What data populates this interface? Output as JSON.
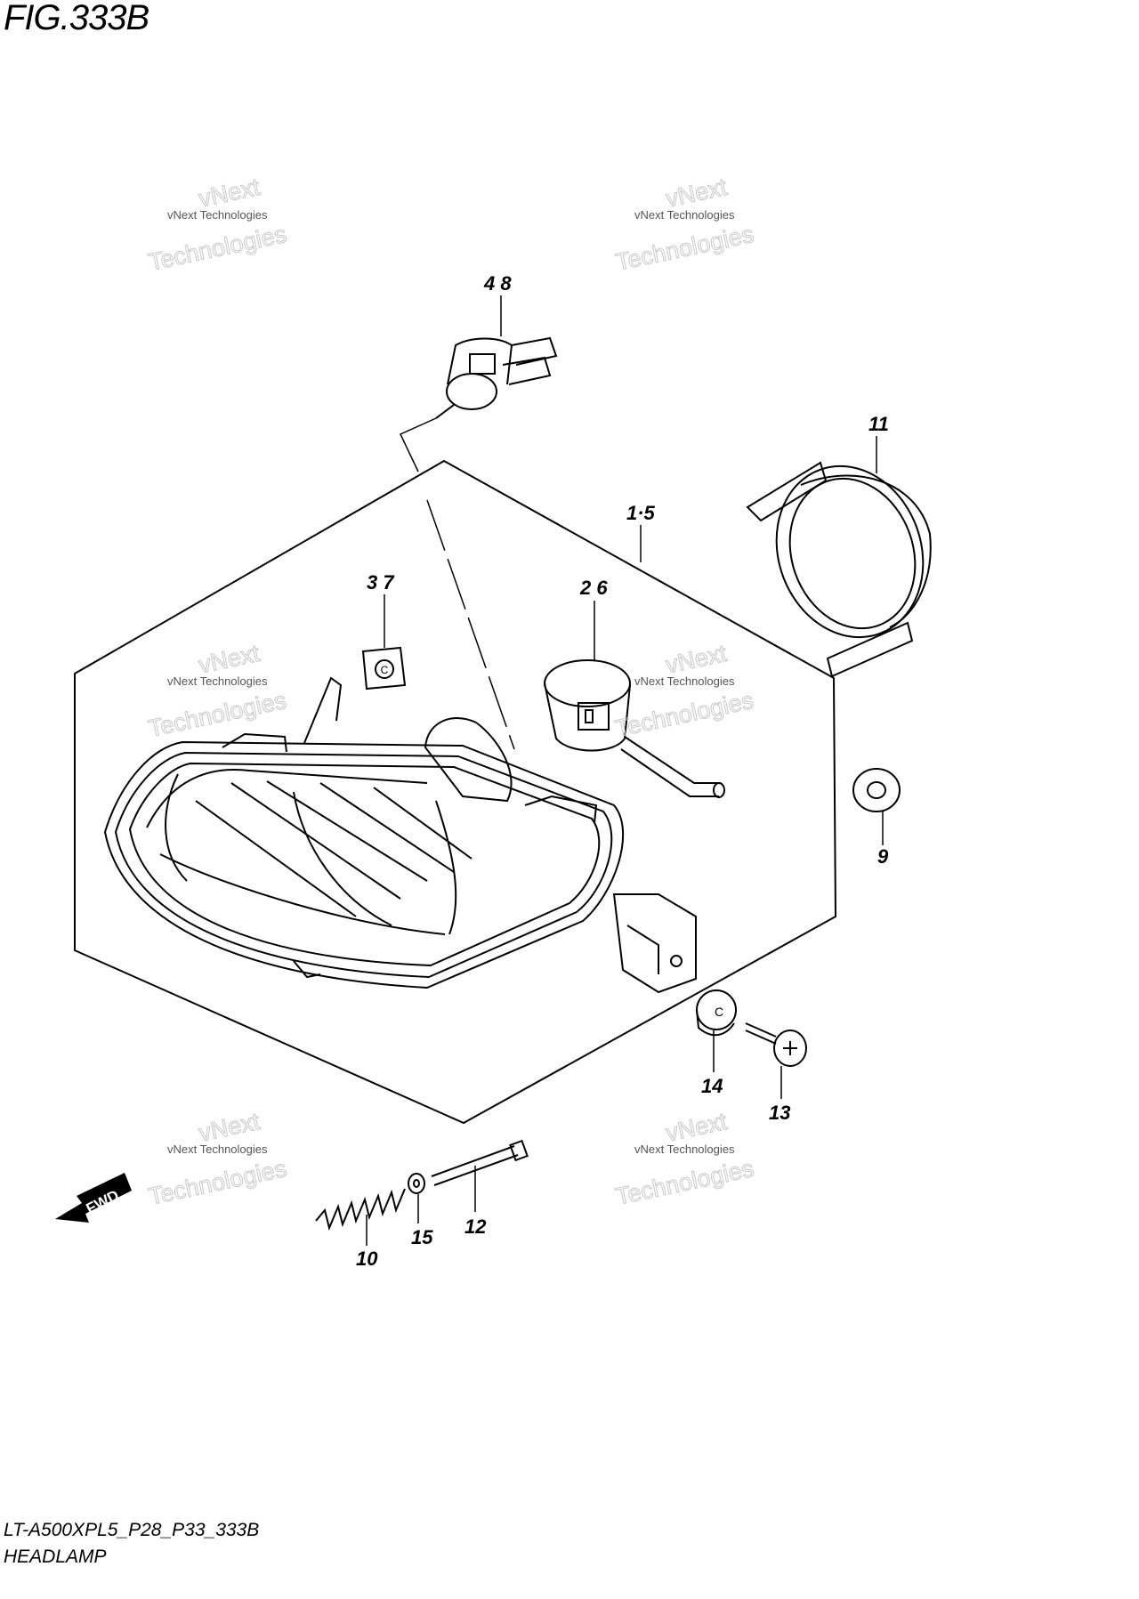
{
  "figure": {
    "title": "FIG.333B"
  },
  "footer": {
    "model_code": "LT-A500XPL5_P28_P33_333B",
    "section_name": "HEADLAMP"
  },
  "watermark": {
    "line_small": "vNext Technologies",
    "line_top": "vNext",
    "line_big": "Technologies"
  },
  "direction_arrow": {
    "label": "FWD"
  },
  "callouts": [
    {
      "label": "4 8",
      "part": "bulb"
    },
    {
      "label": "11",
      "part": "bulb-cover-ring"
    },
    {
      "label": "1·5",
      "part": "headlamp-assembly"
    },
    {
      "label": "2 6",
      "part": "socket"
    },
    {
      "label": "3 7",
      "part": "clip-nut"
    },
    {
      "label": "9",
      "part": "grommet"
    },
    {
      "label": "14",
      "part": "cushion"
    },
    {
      "label": "13",
      "part": "screw"
    },
    {
      "label": "10",
      "part": "spring"
    },
    {
      "label": "15",
      "part": "washer"
    },
    {
      "label": "12",
      "part": "adjusting-bolt"
    }
  ]
}
